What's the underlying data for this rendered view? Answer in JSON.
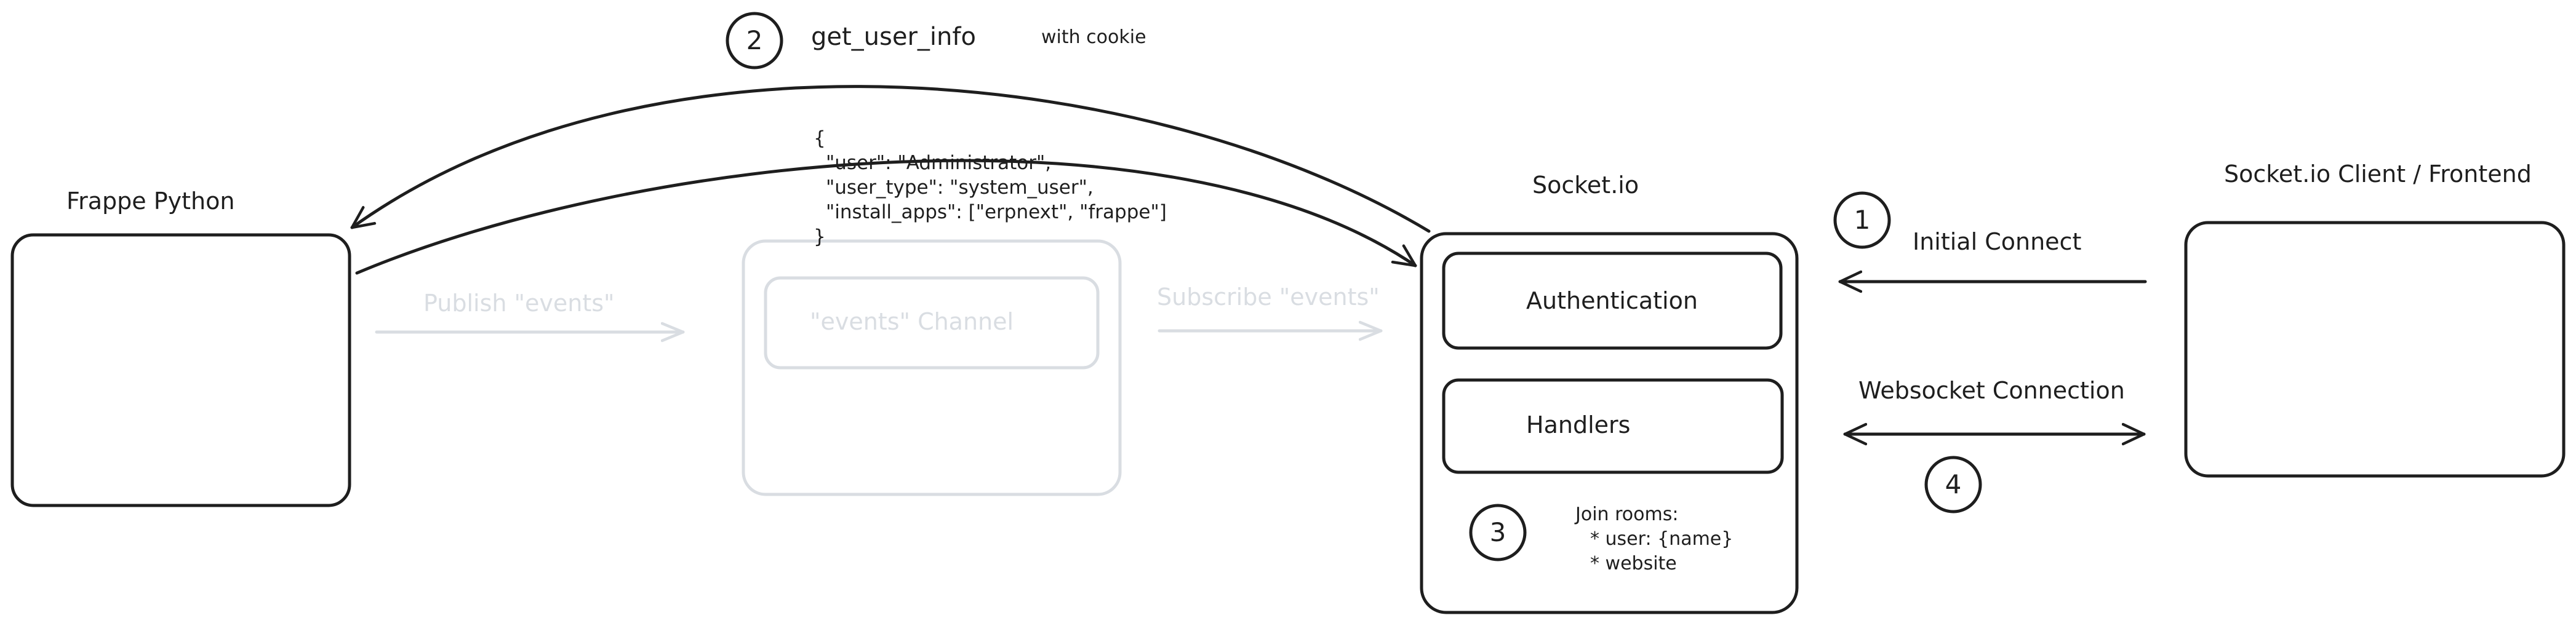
{
  "nodes": {
    "frappe_python": {
      "label": "Frappe Python"
    },
    "events_channel": {
      "label": "\"events\" Channel"
    },
    "socketio": {
      "label": "Socket.io"
    },
    "authentication": {
      "label": "Authentication"
    },
    "handlers": {
      "label": "Handlers"
    },
    "client": {
      "label": "Socket.io Client / Frontend"
    }
  },
  "edges": {
    "publish": {
      "label": "Publish \"events\""
    },
    "subscribe": {
      "label": "Subscribe \"events\""
    },
    "get_user_info": {
      "label": "get_user_info",
      "note": "with cookie"
    },
    "initial_connect": {
      "label": "Initial Connect"
    },
    "websocket": {
      "label": "Websocket Connection"
    }
  },
  "response_json": {
    "open": "{",
    "line1": "\"user\": \"Administrator\",",
    "line2": "\"user_type\": \"system_user\",",
    "line3": "\"install_apps\": [\"erpnext\", \"frappe\"]",
    "close": "}"
  },
  "join_rooms": {
    "title": "Join rooms:",
    "item1": "* user: {name}",
    "item2": "* website"
  },
  "steps": {
    "s1": "1",
    "s2": "2",
    "s3": "3",
    "s4": "4"
  },
  "colors": {
    "stroke": "#1e1e1e",
    "faded": "#d9dde2",
    "background": "#ffffff"
  }
}
